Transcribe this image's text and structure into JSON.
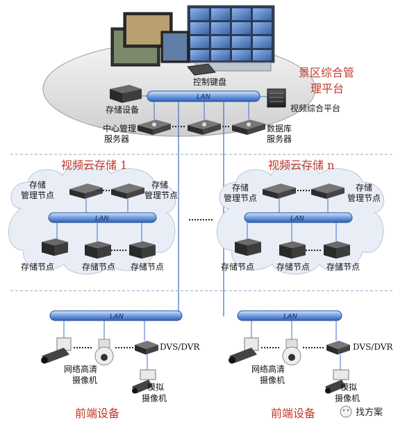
{
  "top": {
    "title": "景区综合管理平台",
    "keyboard": "控制键盘",
    "lan": "LAN",
    "storage_device": "存储设备",
    "video_platform": "视频综合平台",
    "central_server": "中心管理服务器",
    "db_server": "数据库服务器"
  },
  "cloud1": {
    "title": "视频云存储 1",
    "mgmt_left": "存储管理节点",
    "mgmt_right": "存储管理节点",
    "lan": "LAN",
    "node_a": "存储节点",
    "node_b": "存储节点",
    "node_c": "存储节点"
  },
  "cloud2": {
    "title": "视频云存储 n",
    "mgmt_left": "存储管理节点",
    "mgmt_right": "存储管理节点",
    "lan": "LAN",
    "node_a": "存储节点",
    "node_b": "存储节点",
    "node_c": "存储节点"
  },
  "front_left": {
    "lan": "LAN",
    "dvs": "DVS/DVR",
    "hd_camera": "网络高清摄像机",
    "analog_camera": "模拟摄像机",
    "title": "前端设备"
  },
  "front_right": {
    "lan": "LAN",
    "dvs": "DVS/DVR",
    "hd_camera": "网络高清摄像机",
    "analog_camera": "模拟摄像机",
    "title": "前端设备"
  },
  "watermark": "找方案",
  "colors": {
    "accent_red": "#c0392b",
    "lan_blue": "#5a8fd8",
    "line_blue": "#3a6fc9",
    "cloud_fill": "#e9eef6"
  }
}
